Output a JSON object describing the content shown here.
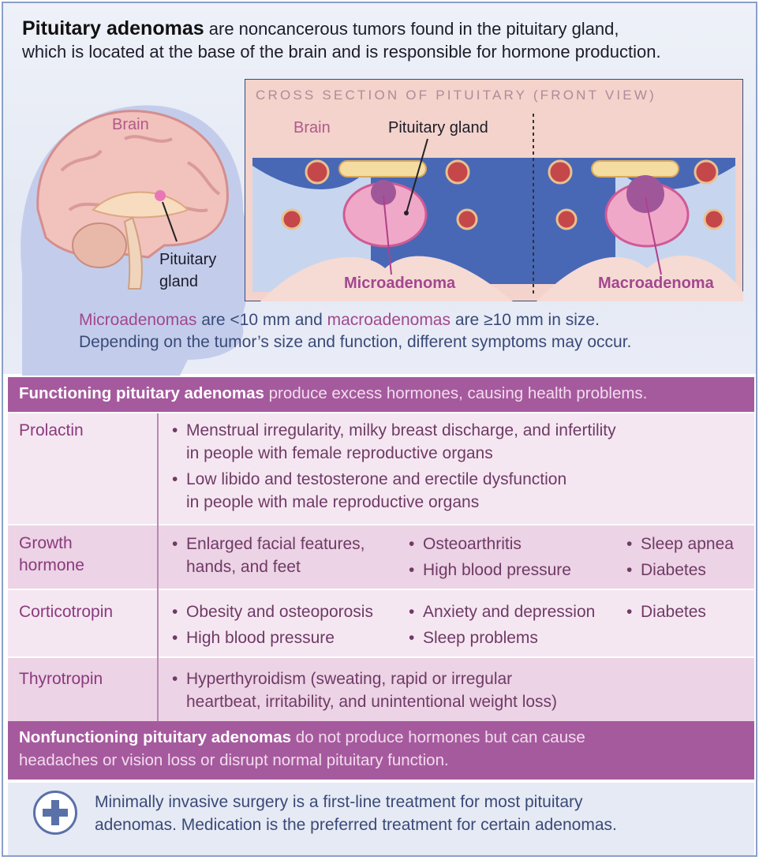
{
  "intro": {
    "title": "Pituitary adenomas",
    "line1_rest": " are noncancerous tumors found in the pituitary gland,",
    "line2": "which is located at the base of the brain and is responsible for hormone production."
  },
  "head_illustration": {
    "brain_label": "Brain",
    "gland_label_1": "Pituitary",
    "gland_label_2": "gland"
  },
  "cross_section": {
    "title": "CROSS SECTION OF PITUITARY (FRONT VIEW)",
    "brain_label": "Brain",
    "gland_label": "Pituitary gland",
    "micro_label": "Microadenoma",
    "macro_label": "Macroadenoma"
  },
  "size_note": {
    "micro": "Microadenomas",
    "mid": " are <10 mm and ",
    "macro": "macroadenomas",
    "end": " are ≥10 mm in size.",
    "line2": "Depending on the tumor’s size and function, different symptoms may occur."
  },
  "functioning": {
    "bold": "Functioning pituitary adenomas",
    "rest": " produce excess hormones, causing health problems."
  },
  "rows": {
    "prolactin": {
      "label": "Prolactin",
      "b1_l1": "Menstrual irregularity, milky breast discharge, and infertility",
      "b1_l2": "in people with female reproductive organs",
      "b2_l1": "Low libido and testosterone and erectile dysfunction",
      "b2_l2": "in people with male reproductive organs"
    },
    "growth": {
      "label_1": "Growth",
      "label_2": "hormone",
      "c1_l1": "Enlarged facial features,",
      "c1_l2": "hands, and feet",
      "c2_1": "Osteoarthritis",
      "c2_2": "High blood pressure",
      "c3_1": "Sleep apnea",
      "c3_2": "Diabetes"
    },
    "cortico": {
      "label": "Corticotropin",
      "c1_1": "Obesity and osteoporosis",
      "c1_2": "High blood pressure",
      "c2_1": "Anxiety and depression",
      "c2_2": "Sleep problems",
      "c3_1": "Diabetes"
    },
    "thyro": {
      "label": "Thyrotropin",
      "b1_l1": "Hyperthyroidism (sweating, rapid or irregular",
      "b1_l2": "heartbeat, irritability, and unintentional weight loss)"
    }
  },
  "nonfunctioning": {
    "bold": "Nonfunctioning pituitary adenomas",
    "rest": " do not produce hormones but can cause",
    "line2": "headaches or vision loss or disrupt normal pituitary function."
  },
  "treatment": {
    "icon": "plus-icon",
    "line1": "Minimally invasive surgery is a first-line treatment for most pituitary",
    "line2": "adenomas. Medication is the preferred treatment for certain adenomas."
  },
  "colors": {
    "band": "#a65a9e",
    "row_light": "#f5e7f1",
    "row_dark": "#ecd3e5",
    "magenta_text": "#a2478f",
    "blue_text": "#3a4a78"
  }
}
